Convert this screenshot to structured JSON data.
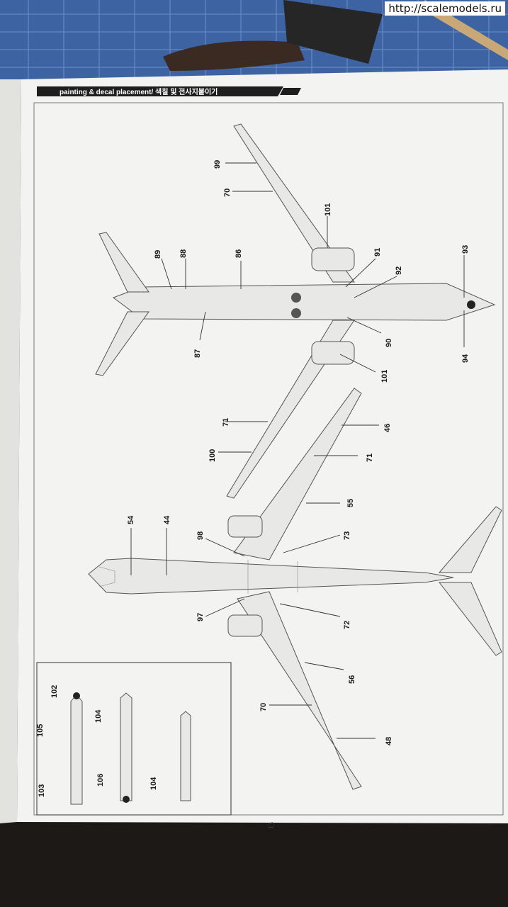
{
  "watermark": "http://scalemodels.ru",
  "header": {
    "title": "painting & decal placement/ 색칠 및 전사지붙이기"
  },
  "page_number": "13",
  "top_view_callouts": [
    "54",
    "44",
    "98",
    "73",
    "55",
    "71",
    "46",
    "97",
    "72",
    "56",
    "70",
    "48",
    "100"
  ],
  "bottom_view_callouts": [
    "89",
    "88",
    "86",
    "87",
    "99",
    "70",
    "101",
    "91",
    "92",
    "90",
    "101",
    "93",
    "94",
    "71"
  ],
  "weapon_callouts": [
    "103",
    "105",
    "102",
    "104",
    "106",
    "104"
  ],
  "colors": {
    "paper": "#f3f3f1",
    "ink": "#1a1a1a",
    "bench_blue": "#3d63a3"
  }
}
